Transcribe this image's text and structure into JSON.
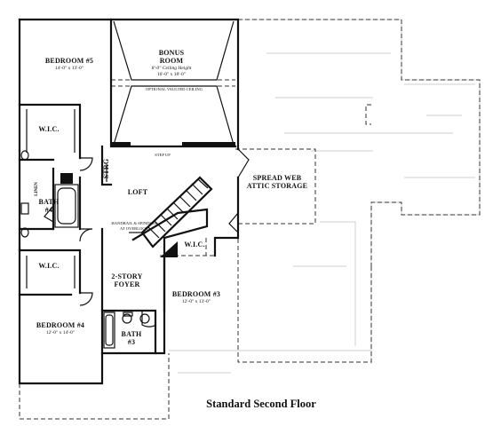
{
  "plan": {
    "caption": "Standard Second Floor",
    "rooms": {
      "bedroom5": {
        "name": "BEDROOM #5",
        "dim": "14'-0\" x 13'-0\""
      },
      "bonus": {
        "name_line1": "BONUS",
        "name_line2": "ROOM",
        "ceiling": "8'-0\" Ceiling Height",
        "dim": "16'-0\" x 18'-0\"",
        "note": "OPTIONAL VAULTED CEILING"
      },
      "wic_upper": {
        "name": "W.I.C."
      },
      "wic_lower": {
        "name": "W.I.C."
      },
      "wic_mid": {
        "name": "W.I.C."
      },
      "linen": {
        "name": "LINEN"
      },
      "strg": {
        "name": "STRG"
      },
      "step_up": {
        "name": "STEP UP"
      },
      "loft": {
        "name": "LOFT"
      },
      "handrail": {
        "line1": "HANDRAIL & SPINDLES",
        "line2": "AT OVERLOOK"
      },
      "bath4": {
        "name": "BATH",
        "num": "#4"
      },
      "attic": {
        "line1": "SPREAD WEB",
        "line2": "ATTIC STORAGE"
      },
      "foyer": {
        "line1": "2-STORY",
        "line2": "FOYER"
      },
      "bedroom3": {
        "name": "BEDROOM #3",
        "dim": "12'-0\" x 13'-0\""
      },
      "bedroom4": {
        "name": "BEDROOM #4",
        "dim": "12'-0\" x 14'-0\""
      },
      "bath3": {
        "name": "BATH",
        "num": "#3"
      }
    }
  }
}
